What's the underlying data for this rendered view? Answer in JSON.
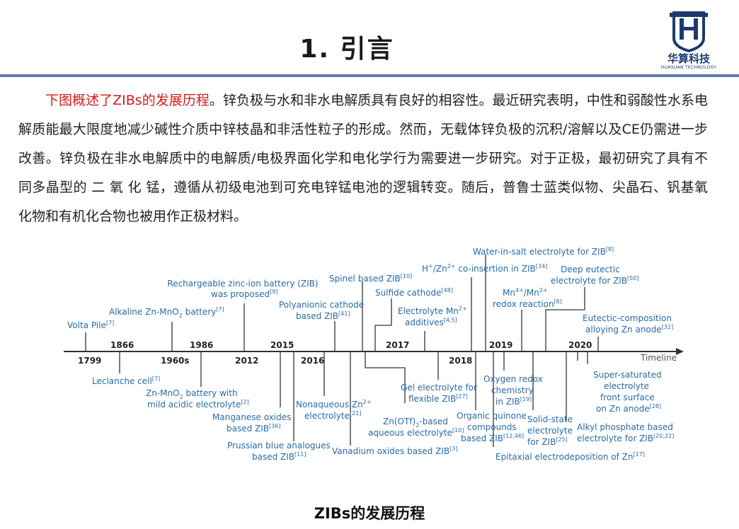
{
  "header": {
    "title": "1. 引言",
    "logo_name": "华算科技",
    "logo_subtitle": "HUASUAN TECHNOLOGY",
    "rule_color": "#5b7fae"
  },
  "body": {
    "highlight": "下图概述了ZIBs的发展历程",
    "text": "。锌负极与水和非水电解质具有良好的相容性。最近研究表明，中性和弱酸性水系电解质能最大限度地减少碱性介质中锌枝晶和非活性粒子的形成。然而，无载体锌负极的沉积/溶解以及CE仍需进一步改善。锌负极在非水电解质中的电解质/电极界面化学和电化学行为需要进一步研究。对于正极，最初研究了具有不同多晶型的 二 氧 化 锰，遵循从初级电池到可充电锌锰电池的逻辑转变。随后，普鲁士蓝类似物、尖晶石、钒基氧化物和有机化合物也被用作正极材料。"
  },
  "timeline": {
    "axis_label": "Timeline",
    "years_above": [
      "1866",
      "1986",
      "2015",
      "2017",
      "2019",
      "2020"
    ],
    "years_below": [
      "1799",
      "1960s",
      "2012",
      "2016",
      "2018"
    ],
    "labels": {
      "volta": "Volta Pile",
      "volta_ref": "[7]",
      "alkaline": "Alkaline Zn-MnO",
      "alkaline_sub": "2",
      "alkaline_tail": " battery",
      "alkaline_ref": "[7]",
      "rzib1": "Rechargeable zinc-ion battery (ZIB)",
      "rzib2": "was proposed",
      "rzib_ref": "[9]",
      "poly1": "Polyanionic cathode",
      "poly2": "based ZIB",
      "poly_ref": "[41]",
      "spinel": "Spinel based ZIB",
      "spinel_ref": "[10]",
      "sulfide": "Sulfide cathode",
      "sulfide_ref": "[48]",
      "elmn1": "Electrolyte Mn",
      "elmn1_sup": "2+",
      "elmn2": "additives",
      "elmn_ref": "[4,5]",
      "hzn_a": "H",
      "hzn_a_sup": "+",
      "hzn_b": "/Zn",
      "hzn_b_sup": "2+",
      "hzn_c": " co-insertion in ZIB",
      "hzn_ref": "[34]",
      "wis": "Water-in-salt electrolyte for ZIB",
      "wis_ref": "[8]",
      "redox_a": "Mn",
      "redox_a_sup": "4+",
      "redox_b": "/Mn",
      "redox_b_sup": "2+",
      "redox2": "redox reaction",
      "redox_ref": "[6]",
      "deep1": "Deep eutectic",
      "deep2": "electrolyte for ZIB",
      "deep_ref": "[50]",
      "eut1": "Eutectic-composition",
      "eut2": "alloying Zn anode",
      "eut_ref": "[32]",
      "leclanche": "Leclanche cell",
      "leclanche_ref": "[7]",
      "znmno2_a": "Zn-MnO",
      "znmno2_sub": "2",
      "znmno2_b": " battery with",
      "znmno2_2": "mild acidic electrolyte",
      "znmno2_ref": "[2]",
      "mn1": "Manganese oxides",
      "mn2": "based ZIB",
      "mn_ref": "[36]",
      "pb1": "Prussian blue analogues",
      "pb2": "based ZIB",
      "pb_ref": "[11]",
      "nonaq1": "Nonaqueous Zn",
      "nonaq1_sup": "2+",
      "nonaq2": "electrolyte",
      "nonaq_ref": "[21]",
      "otf1a": "Zn(OTf)",
      "otf1_sub": "2",
      "otf1b": "-based",
      "otf2": "aqueous electrolyte",
      "otf_ref": "[10]",
      "vanad": "Vanadium  oxides based ZIB",
      "vanad_ref": "[3]",
      "gel1": "Gel electrolyte for",
      "gel2": "flexible ZIB",
      "gel_ref": "[27]",
      "oxy1": "Oxygen redox",
      "oxy2": "chemistry",
      "oxy3": "in ZIB",
      "oxy_ref": "[19]",
      "org1": "Organic quinone",
      "org2": "compounds",
      "org3": "based ZIB",
      "org_ref": "[12,46]",
      "solid1": "Solid-state",
      "solid2": "electrolyte",
      "solid3": "for ZIB",
      "solid_ref": "[25]",
      "epi": "Epitaxial electrodeposition of Zn",
      "epi_ref": "[17]",
      "alkyl1": "Alkyl phosphate based",
      "alkyl2": "electrolyte for ZIB",
      "alkyl_ref": "[20,22]",
      "super1": "Super-saturated",
      "super2": "electrolyte",
      "super3": "front surface",
      "super4": "on Zn anode",
      "super_ref": "[28]"
    }
  },
  "caption": "ZIBs的发展历程"
}
